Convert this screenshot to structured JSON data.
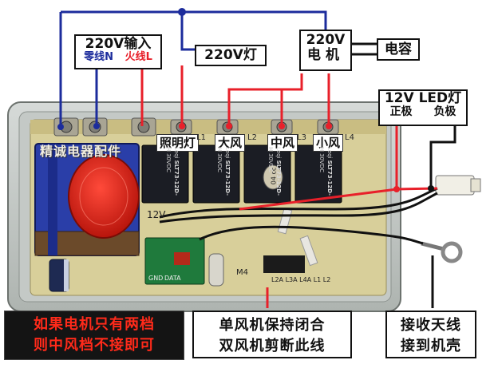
{
  "labels": {
    "input_220v": "220V输入",
    "neutral": "零线N",
    "live": "火线L",
    "lamp_220v": "220V灯",
    "motor_220v_line1": "220V",
    "motor_220v_line2": "电机",
    "capacitor": "电容",
    "led_12v": "12V LED灯",
    "positive": "正极",
    "negative": "负极",
    "lighting": "照明灯",
    "high_wind": "大风",
    "mid_wind": "中风",
    "low_wind": "小风",
    "brand": "精诚电器配件",
    "note_left_line1": "如果电机只有两档",
    "note_left_line2": "则中风档不接即可",
    "note_mid_line1": "单风机保持闭合",
    "note_mid_line2": "双风机剪断此线",
    "note_right_line1": "接收天线",
    "note_right_line2": "接到机壳"
  },
  "pcb_marks": {
    "l1": "L1",
    "l2": "L2",
    "l3": "L3",
    "l4": "L4",
    "v12": "12V",
    "relay_brand": "Leqi",
    "relay_model": "SLT73-12D-H",
    "relay_rating": "30VDC",
    "cap_text": "04 cc",
    "gnd": "GND",
    "data": "DATA",
    "m4": "M4",
    "bottom_pins": "L2A L3A L4A L1 L2"
  },
  "colors": {
    "wire_blue": "#1c2c9c",
    "wire_red": "#e8202a",
    "wire_black": "#111111",
    "pcb": "#d8cf9a",
    "relay": "#1b1d24",
    "note_red": "#ff2a1a"
  }
}
